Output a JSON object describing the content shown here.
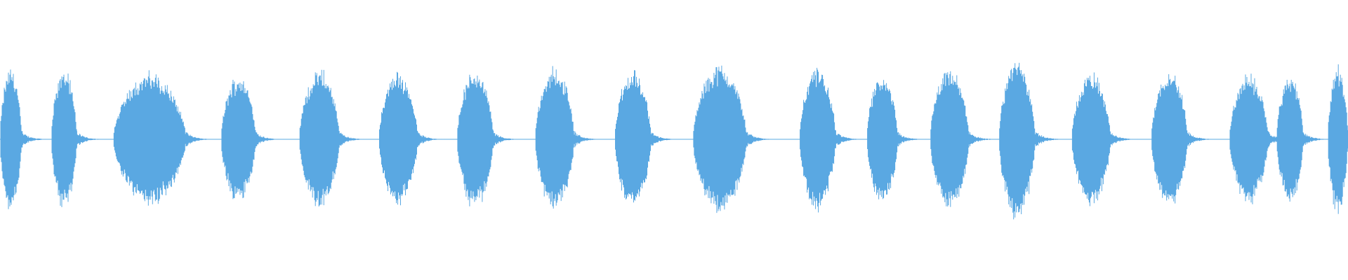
{
  "waveform": {
    "color": "#5aa8e2",
    "background": "#ffffff",
    "bursts": [
      {
        "start": 0.0,
        "end": 0.016,
        "amplitude": 0.54
      },
      {
        "start": 0.038,
        "end": 0.057,
        "amplitude": 0.52
      },
      {
        "start": 0.084,
        "end": 0.138,
        "amplitude": 0.5
      },
      {
        "start": 0.164,
        "end": 0.19,
        "amplitude": 0.48
      },
      {
        "start": 0.222,
        "end": 0.252,
        "amplitude": 0.52
      },
      {
        "start": 0.281,
        "end": 0.31,
        "amplitude": 0.5
      },
      {
        "start": 0.339,
        "end": 0.366,
        "amplitude": 0.52
      },
      {
        "start": 0.397,
        "end": 0.426,
        "amplitude": 0.54
      },
      {
        "start": 0.456,
        "end": 0.483,
        "amplitude": 0.52
      },
      {
        "start": 0.514,
        "end": 0.554,
        "amplitude": 0.56
      },
      {
        "start": 0.593,
        "end": 0.62,
        "amplitude": 0.54
      },
      {
        "start": 0.643,
        "end": 0.666,
        "amplitude": 0.48
      },
      {
        "start": 0.69,
        "end": 0.719,
        "amplitude": 0.52
      },
      {
        "start": 0.741,
        "end": 0.768,
        "amplitude": 0.6
      },
      {
        "start": 0.795,
        "end": 0.824,
        "amplitude": 0.5
      },
      {
        "start": 0.854,
        "end": 0.881,
        "amplitude": 0.52
      },
      {
        "start": 0.912,
        "end": 0.941,
        "amplitude": 0.48
      },
      {
        "start": 0.947,
        "end": 0.967,
        "amplitude": 0.48
      },
      {
        "start": 0.985,
        "end": 1.0,
        "amplitude": 0.56
      }
    ]
  }
}
